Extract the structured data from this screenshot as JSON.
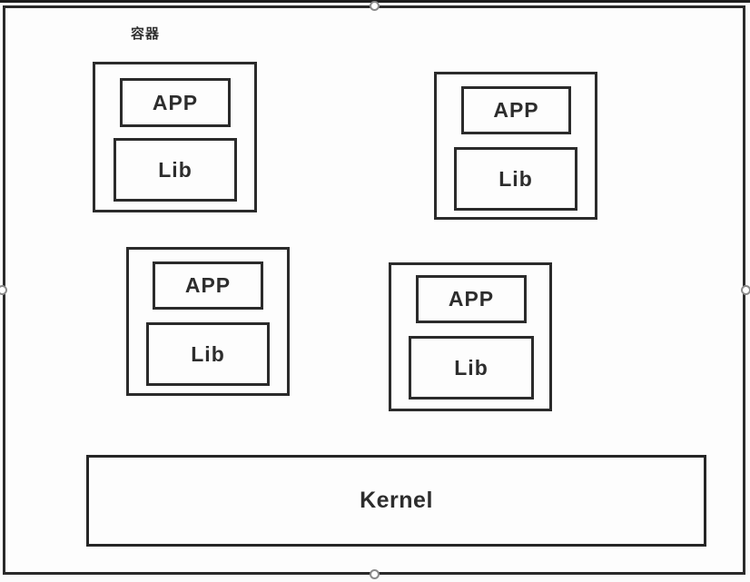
{
  "diagram": {
    "canvas_label": "容器",
    "kernel_label": "Kernel",
    "containers": [
      {
        "app_label": "APP",
        "lib_label": "Lib"
      },
      {
        "app_label": "APP",
        "lib_label": "Lib"
      },
      {
        "app_label": "APP",
        "lib_label": "Lib"
      },
      {
        "app_label": "APP",
        "lib_label": "Lib"
      }
    ],
    "selection_handles": [
      "top-center",
      "left-middle",
      "right-middle",
      "bottom-center"
    ],
    "colors": {
      "shape_border": "#2a2a2a",
      "background": "#fdfdfd",
      "handle_fill": "#ffffff",
      "handle_stroke": "#8a8a8a",
      "text": "#2d2d2d"
    }
  }
}
